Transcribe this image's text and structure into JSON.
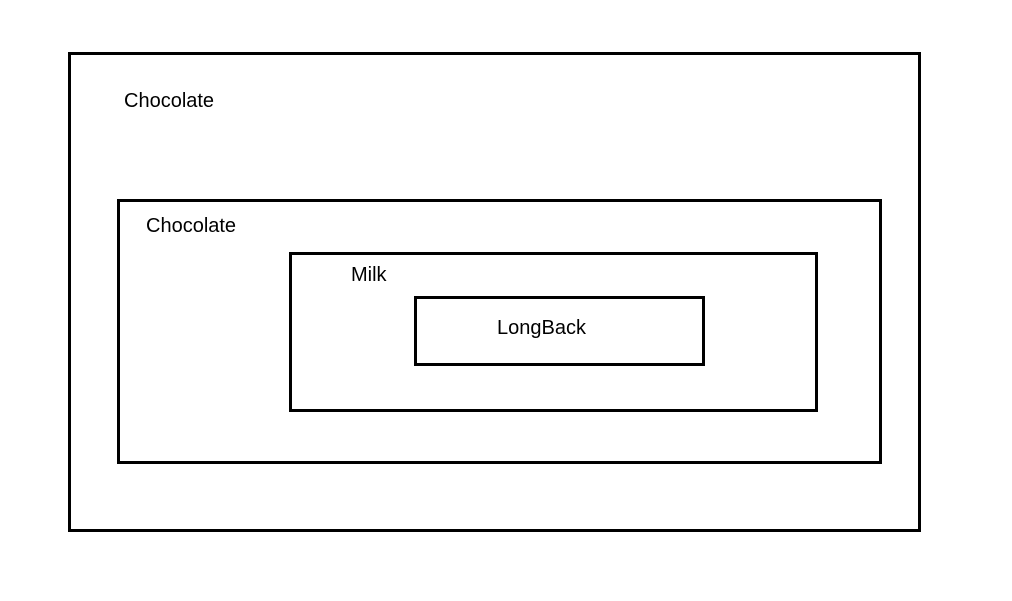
{
  "diagram": {
    "outer_box": {
      "label": "Chocolate"
    },
    "second_box": {
      "label": "Chocolate"
    },
    "third_box": {
      "label": "Milk"
    },
    "inner_box": {
      "label": "LongBack"
    }
  },
  "colors": {
    "background": "#ffffff",
    "stroke": "#000000",
    "text": "#000000"
  }
}
